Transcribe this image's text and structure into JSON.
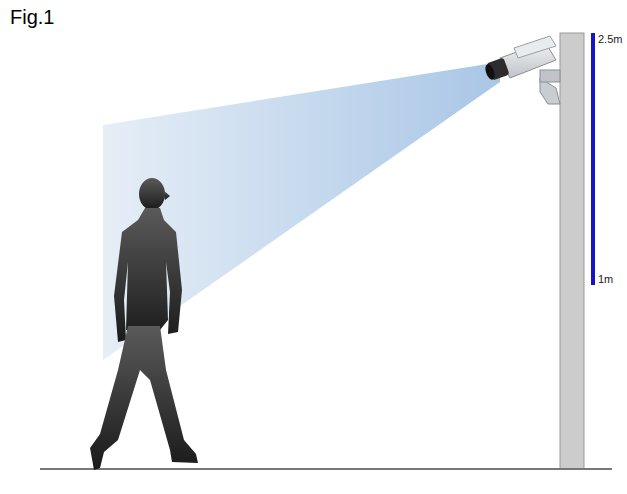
{
  "diagram": {
    "title": "Fig.1",
    "labels": [
      "2.5m",
      "1m"
    ]
  }
}
